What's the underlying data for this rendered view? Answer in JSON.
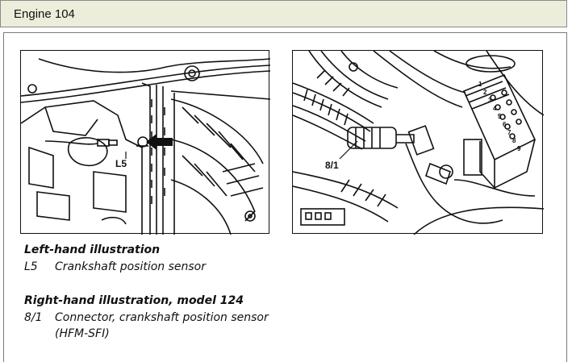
{
  "header": {
    "title": "Engine 104"
  },
  "illustrations": {
    "left": {
      "callout": "L5"
    },
    "right": {
      "callout": "8/1",
      "connector_pins": [
        "1",
        "2",
        "3",
        "4",
        "5",
        "6",
        "7",
        "8",
        "9"
      ]
    }
  },
  "captions": {
    "left": {
      "heading": "Left-hand illustration",
      "items": [
        {
          "code": "L5",
          "text": "Crankshaft position sensor"
        }
      ]
    },
    "right": {
      "heading": "Right-hand illustration, model 124",
      "items": [
        {
          "code": "8/1",
          "text": "Connector, crankshaft position sensor",
          "continuation": "(HFM-SFI)"
        }
      ]
    }
  },
  "colors": {
    "header_bg": "#ecedda",
    "border": "#7a7a7a"
  }
}
